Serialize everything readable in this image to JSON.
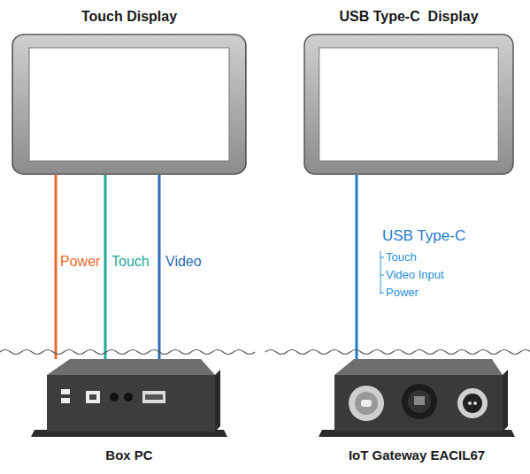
{
  "diagram": {
    "nodes": [
      {
        "text": [
          "Touch Display"
        ]
      },
      {
        "text": [
          "USB Type-C  Display"
        ]
      },
      {
        "text": [
          "Box PC"
        ]
      },
      {
        "text": [
          "IoT Gateway EACIL67"
        ]
      }
    ],
    "edges": [
      {
        "from": 0,
        "to": 2,
        "arrow": "none",
        "label": "Power"
      },
      {
        "from": 0,
        "to": 2,
        "arrow": "none",
        "label": "Touch"
      },
      {
        "from": 0,
        "to": 2,
        "arrow": "none",
        "label": "Video"
      },
      {
        "from": 1,
        "to": 3,
        "arrow": "none",
        "label": "USB Type-C"
      }
    ],
    "labels": [
      "Touch",
      "Video Input",
      "Power"
    ]
  }
}
